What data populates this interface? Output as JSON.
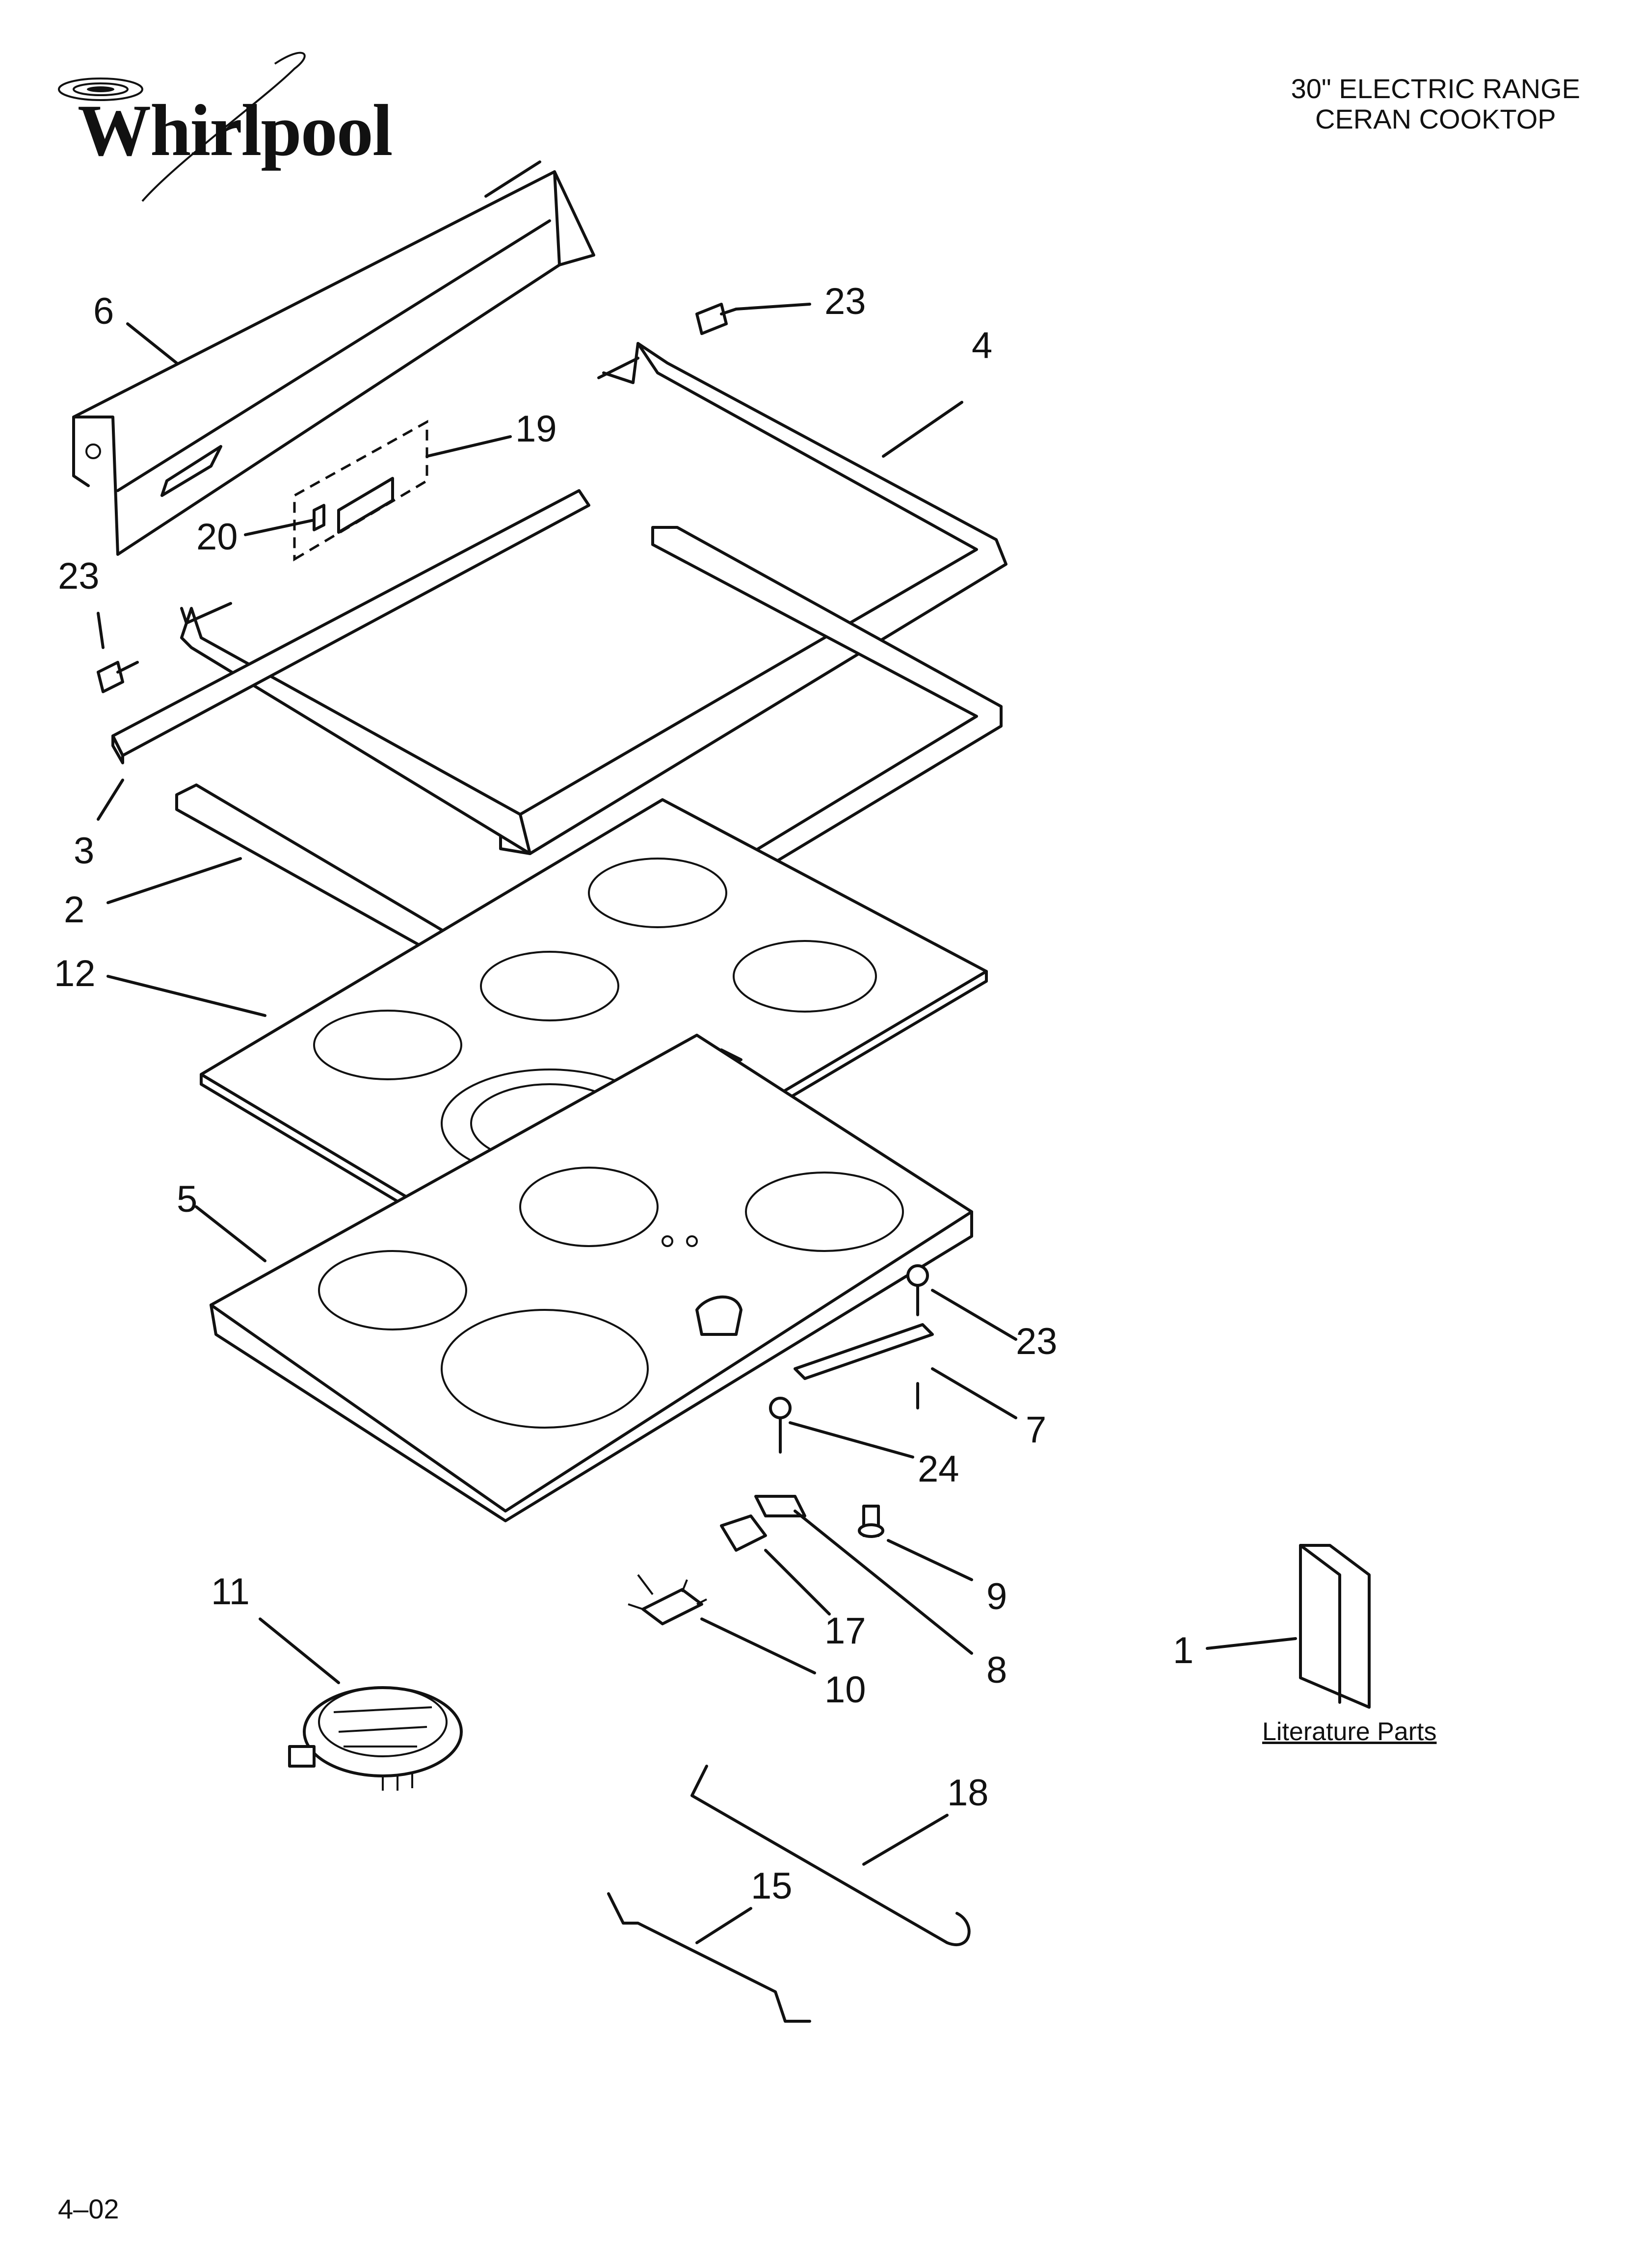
{
  "brand": {
    "logo_text": "Whirlpool"
  },
  "header": {
    "title_line1": "30\" ELECTRIC RANGE",
    "title_line2": "CERAN COOKTOP"
  },
  "footer": {
    "date_code": "4–02"
  },
  "literature": {
    "label": "Literature Parts"
  },
  "callouts": [
    "6",
    "23",
    "4",
    "19",
    "20",
    "23",
    "3",
    "2",
    "12",
    "5",
    "23",
    "7",
    "24",
    "9",
    "17",
    "8",
    "10",
    "11",
    "1",
    "18",
    "15"
  ],
  "colors": {
    "ink": "#111111",
    "paper": "#ffffff"
  }
}
